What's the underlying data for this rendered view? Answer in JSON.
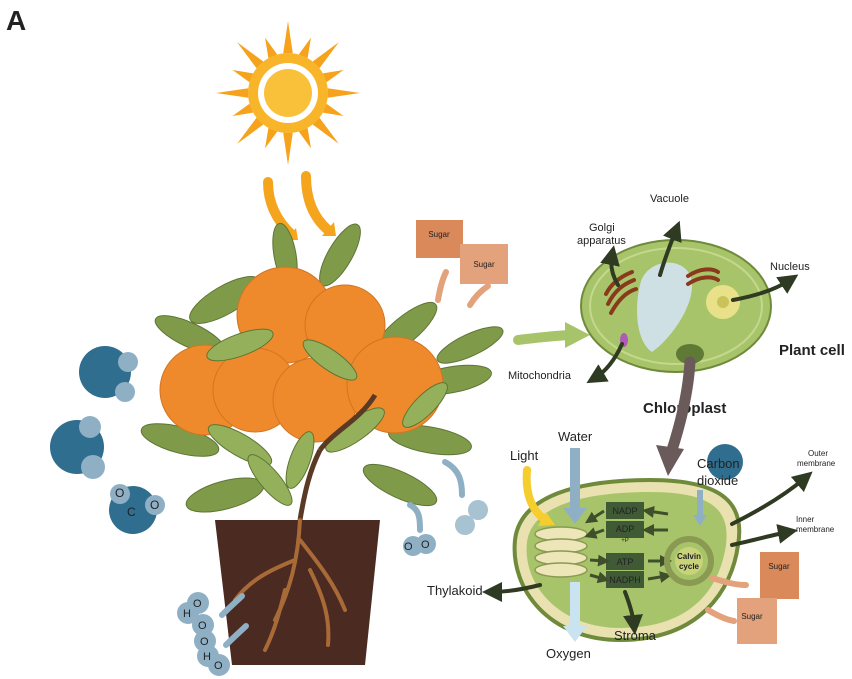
{
  "panel_letter": "A",
  "labels": {
    "vacuole": "Vacuole",
    "golgi_line1": "Golgi",
    "golgi_line2": "apparatus",
    "nucleus": "Nucleus",
    "mitochondria": "Mitochondria",
    "plant_cell": "Plant cell",
    "chloroplast": "Chloroplast",
    "light": "Light",
    "water": "Water",
    "carbon_dioxide_line1": "Carbon",
    "carbon_dioxide_line2": "dioxide",
    "outer_membrane_line1": "Outer",
    "outer_membrane_line2": "membrane",
    "inner_membrane_line1": "Inner",
    "inner_membrane_line2": "membrane",
    "thylakoid": "Thylakoid",
    "oxygen": "Oxygen",
    "stroma": "Stroma",
    "sugar": "Sugar"
  },
  "chloroplast_boxes": {
    "nadp": "NADP",
    "adp": "ADP",
    "pi": "+P",
    "atp": "ATP",
    "nadph": "NADPH",
    "calvin_line1": "Calvin",
    "calvin_line2": "cycle"
  },
  "molecules": {
    "carbon": "C",
    "oxygen": "O",
    "hydrogen": "H"
  },
  "colors": {
    "sun": "#f6a21c",
    "orange_fruit": "#ee8a2c",
    "leaf": "#7f9b4a",
    "pot": "#4b2a22",
    "cell": "#a8c46a",
    "chloroplast": "#e9e2b0",
    "sugar": "#d9895a",
    "molecule": "#2f6e8e",
    "arrow_dark": "#2f3a22"
  }
}
